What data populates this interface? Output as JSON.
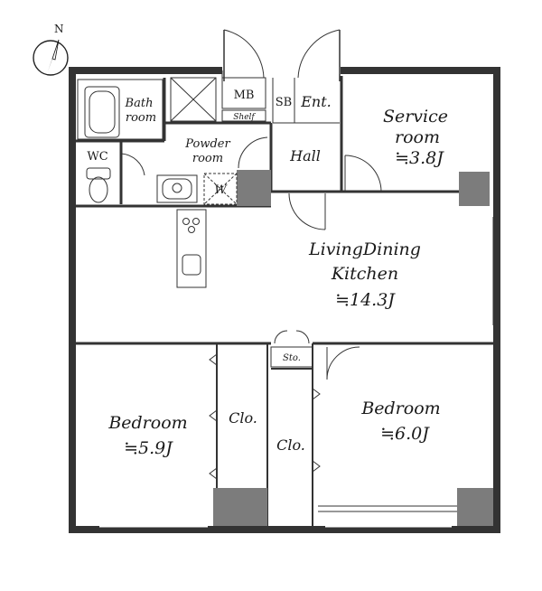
{
  "compass": {
    "north": "N"
  },
  "rooms": {
    "bath": {
      "line1": "Bath",
      "line2": "room"
    },
    "mb": "MB",
    "sb": "SB",
    "ent": "Ent.",
    "shelf": "Shelf",
    "powder": {
      "line1": "Powder",
      "line2": "room"
    },
    "wc": "WC",
    "w": "W",
    "hall": "Hall",
    "service": {
      "line1": "Service",
      "line2": "room",
      "size": "≒3.8J"
    },
    "ldk": {
      "line1": "LivingDining",
      "line2": "Kitchen",
      "size": "≒14.3J"
    },
    "sto": "Sto.",
    "clo_left": "Clo.",
    "clo_mid": "Clo.",
    "bedroom_left": {
      "name": "Bedroom",
      "size": "≒5.9J"
    },
    "bedroom_right": {
      "name": "Bedroom",
      "size": "≒6.0J"
    }
  }
}
